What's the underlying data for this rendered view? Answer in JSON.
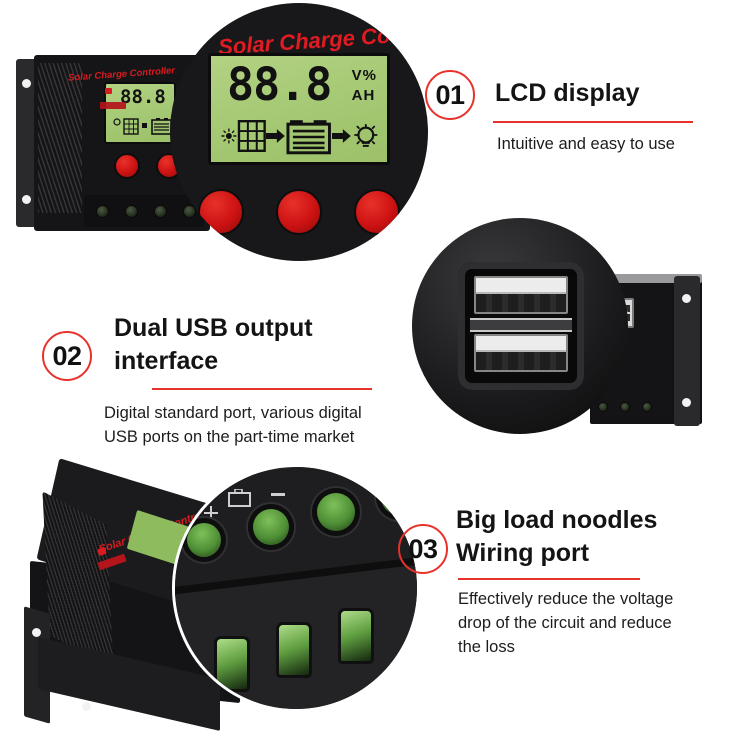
{
  "background_color": "#ffffff",
  "accent_color": "#E8322B",
  "text_color": "#141414",
  "callouts": [
    {
      "number": "01",
      "title": "LCD display",
      "title_line2": "",
      "description": "Intuitive and easy to use",
      "description_line2": "",
      "description_line3": ""
    },
    {
      "number": "02",
      "title": "Dual USB output",
      "title_line2": "interface",
      "description": "Digital standard port, various digital",
      "description_line2": "USB ports on the part-time market",
      "description_line3": ""
    },
    {
      "number": "03",
      "title": "Big load noodles",
      "title_line2": "Wiring port",
      "description": "Effectively reduce the voltage",
      "description_line2": "drop of the circuit and reduce",
      "description_line3": "the loss"
    }
  ],
  "product": {
    "brand_label": "Solar Charge Controller",
    "brand_color": "#d81b20",
    "lcd": {
      "screen_color": "#a4c873",
      "digits": "88.8",
      "unit_top": "V%",
      "unit_bottom": "AH",
      "flow_icons": [
        "sun-icon",
        "solar-panel-icon",
        "arrow-right-icon",
        "battery-icon",
        "arrow-right-icon",
        "light-bulb-icon"
      ]
    },
    "small_display": {
      "digits": "88.8"
    },
    "buttons": {
      "count": 3,
      "color": "#cc1212",
      "name": "red-push-button"
    },
    "usb": {
      "port_count": 2,
      "port_color": "#ececec"
    },
    "terminals": {
      "screw_hole_count": 4,
      "wire_slot_count": 3,
      "slot_color": "#5f9e40",
      "marks": [
        "battery-symbol",
        "minus-symbol",
        "plus-symbol"
      ]
    }
  }
}
